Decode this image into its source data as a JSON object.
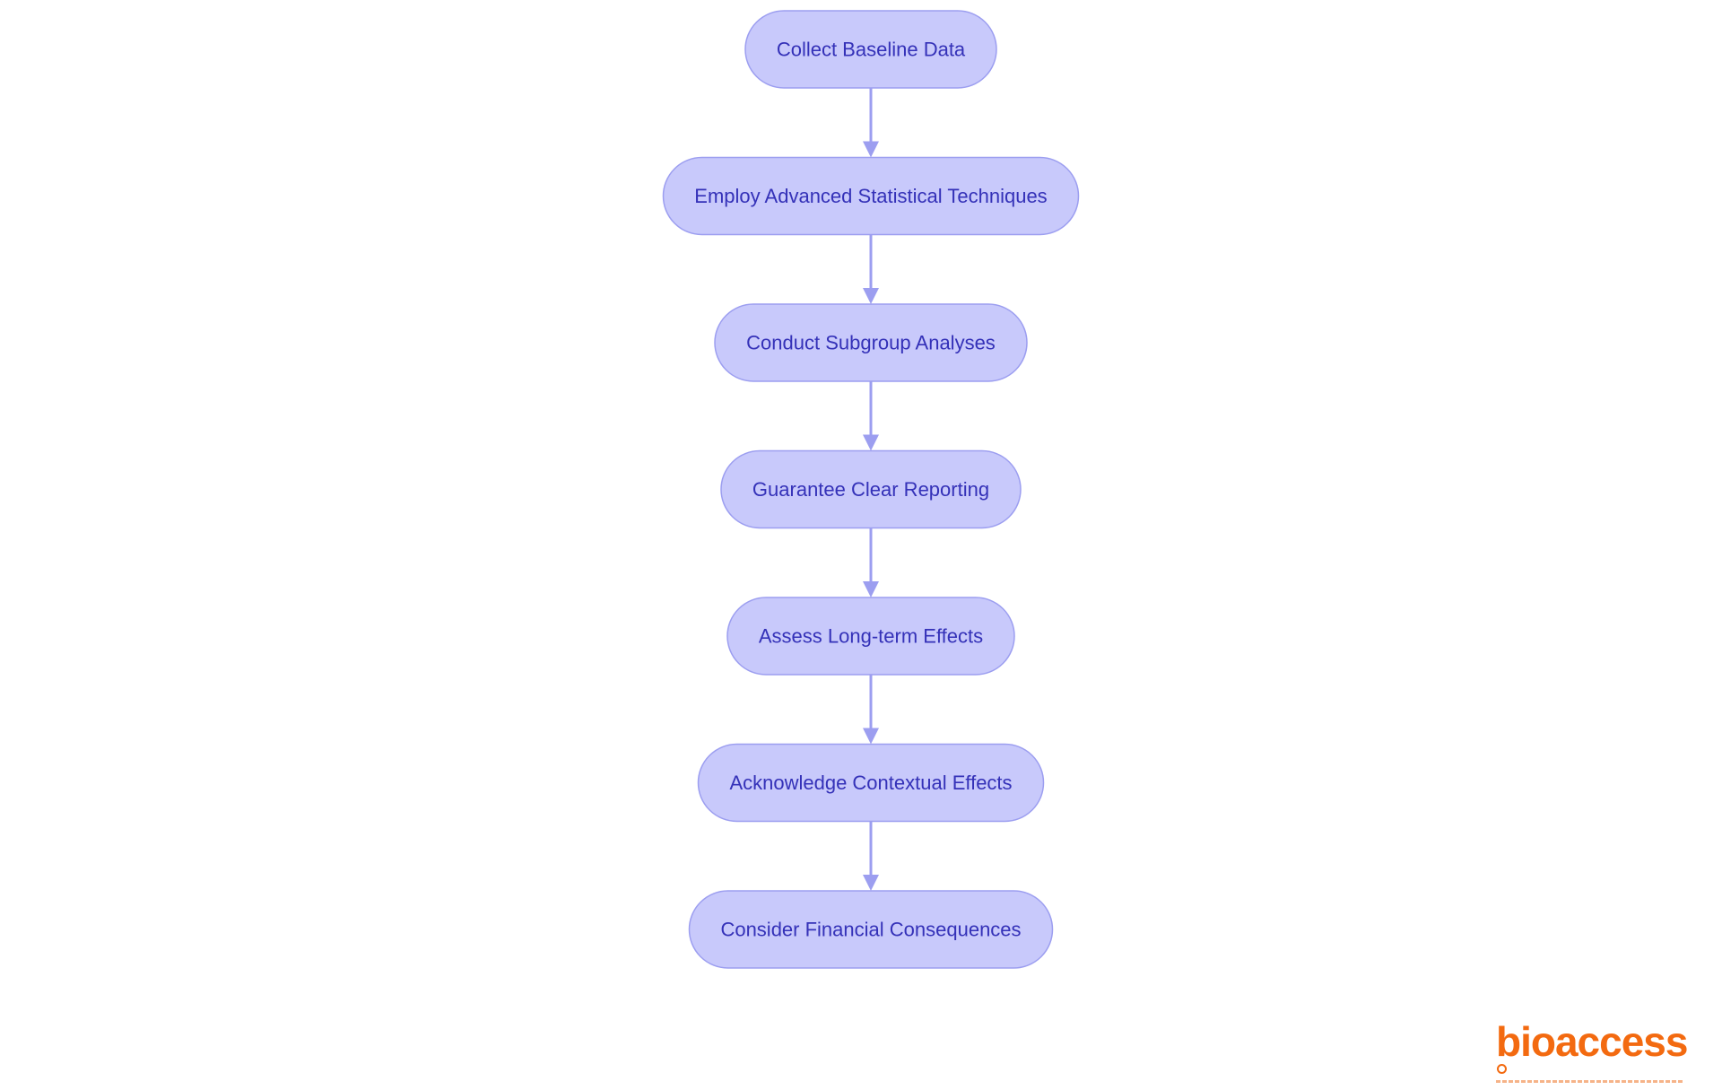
{
  "diagram": {
    "type": "flowchart",
    "direction": "top-to-bottom",
    "colors": {
      "node_fill": "#c8c9fb",
      "node_border": "#9c9ef0",
      "node_text": "#3431b8",
      "edge": "#9c9ef0"
    },
    "nodes": [
      {
        "id": "collect",
        "label": "Collect Baseline Data"
      },
      {
        "id": "employ",
        "label": "Employ Advanced Statistical Techniques"
      },
      {
        "id": "conduct",
        "label": "Conduct Subgroup Analyses"
      },
      {
        "id": "guarantee",
        "label": "Guarantee Clear Reporting"
      },
      {
        "id": "assess",
        "label": "Assess Long-term Effects"
      },
      {
        "id": "acknowledge",
        "label": "Acknowledge Contextual Effects"
      },
      {
        "id": "consider",
        "label": "Consider Financial Consequences"
      }
    ],
    "edges": [
      {
        "from": "collect",
        "to": "employ"
      },
      {
        "from": "employ",
        "to": "conduct"
      },
      {
        "from": "conduct",
        "to": "guarantee"
      },
      {
        "from": "guarantee",
        "to": "assess"
      },
      {
        "from": "assess",
        "to": "acknowledge"
      },
      {
        "from": "acknowledge",
        "to": "consider"
      }
    ]
  },
  "brand": {
    "logo_text": "bioaccess",
    "color": "#f36a10"
  }
}
